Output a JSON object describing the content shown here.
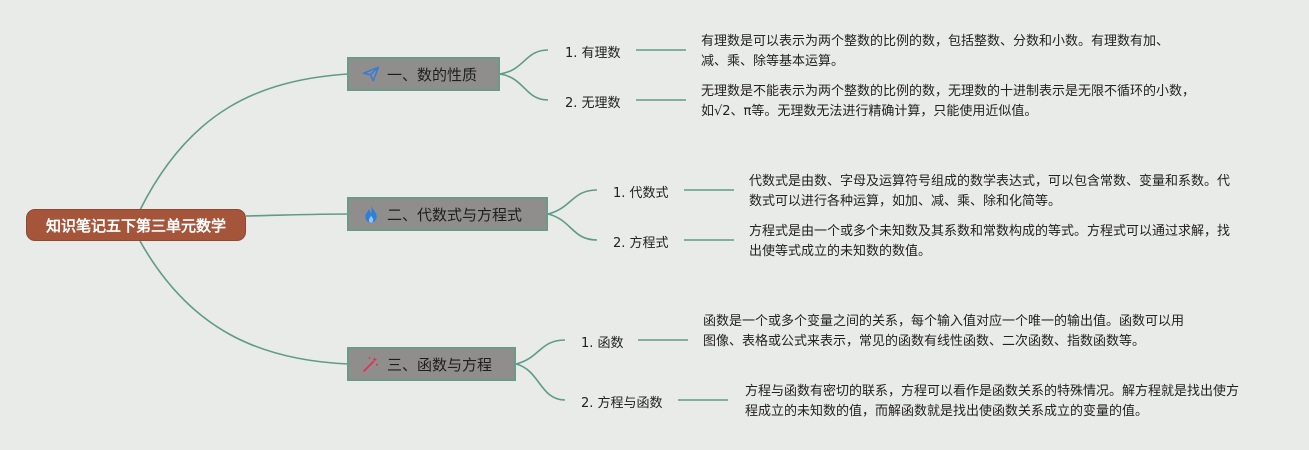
{
  "root": {
    "label": "知识笔记五下第三单元数学"
  },
  "topics": [
    {
      "label": "一、数的性质",
      "icon": "paper-plane-icon",
      "children": [
        {
          "label": "1. 有理数",
          "desc": "有理数是可以表示为两个整数的比例的数，包括整数、分数和小数。有理数有加、减、乘、除等基本运算。"
        },
        {
          "label": "2. 无理数",
          "desc": "无理数是不能表示为两个整数的比例的数，无理数的十进制表示是无限不循环的小数，如√2、π等。无理数无法进行精确计算，只能使用近似值。"
        }
      ]
    },
    {
      "label": "二、代数式与方程式",
      "icon": "flame-icon",
      "children": [
        {
          "label": "1. 代数式",
          "desc": "代数式是由数、字母及运算符号组成的数学表达式，可以包含常数、变量和系数。代数式可以进行各种运算，如加、减、乘、除和化简等。"
        },
        {
          "label": "2. 方程式",
          "desc": "方程式是由一个或多个未知数及其系数和常数构成的等式。方程式可以通过求解，找出使等式成立的未知数的数值。"
        }
      ]
    },
    {
      "label": "三、函数与方程",
      "icon": "magic-wand-icon",
      "children": [
        {
          "label": "1. 函数",
          "desc": "函数是一个或多个变量之间的关系，每个输入值对应一个唯一的输出值。函数可以用图像、表格或公式来表示，常见的函数有线性函数、二次函数、指数函数等。"
        },
        {
          "label": "2. 方程与函数",
          "desc": "方程与函数有密切的联系，方程可以看作是函数关系的特殊情况。解方程就是找出使方程成立的未知数的值，而解函数就是找出使函数关系成立的变量的值。"
        }
      ]
    }
  ],
  "colors": {
    "root": "#a4553a",
    "topic": "#8f8e8c",
    "line": "#5f9b89",
    "background": "#e9ebe8"
  }
}
